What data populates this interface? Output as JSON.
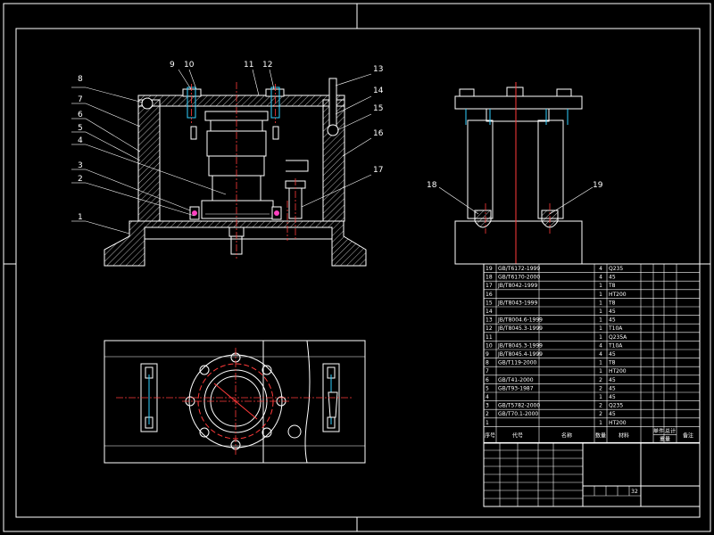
{
  "views": {
    "front": {
      "balloons": [
        {
          "n": "1"
        },
        {
          "n": "2"
        },
        {
          "n": "3"
        },
        {
          "n": "4"
        },
        {
          "n": "5"
        },
        {
          "n": "6"
        },
        {
          "n": "7"
        },
        {
          "n": "8"
        },
        {
          "n": "9"
        },
        {
          "n": "10"
        },
        {
          "n": "11"
        },
        {
          "n": "12"
        },
        {
          "n": "13"
        },
        {
          "n": "14"
        },
        {
          "n": "15"
        },
        {
          "n": "16"
        },
        {
          "n": "17"
        }
      ]
    },
    "side": {
      "balloons": [
        {
          "n": "18"
        },
        {
          "n": "19"
        }
      ]
    }
  },
  "bom": {
    "rows": [
      {
        "no": "19",
        "code": "GB/T6172-1999",
        "name": "",
        "qty": "4",
        "mat": "Q235",
        "unit": "",
        "total": "",
        "note": ""
      },
      {
        "no": "18",
        "code": "GB/T6170-2000",
        "name": "",
        "qty": "4",
        "mat": "45",
        "unit": "",
        "total": "",
        "note": ""
      },
      {
        "no": "17",
        "code": "JB/T8042-1999",
        "name": "",
        "qty": "1",
        "mat": "T8",
        "unit": "",
        "total": "",
        "note": ""
      },
      {
        "no": "16",
        "code": "",
        "name": "",
        "qty": "1",
        "mat": "HT200",
        "unit": "",
        "total": "",
        "note": ""
      },
      {
        "no": "15",
        "code": "JB/T8043-1999",
        "name": "",
        "qty": "1",
        "mat": "T8",
        "unit": "",
        "total": "",
        "note": ""
      },
      {
        "no": "14",
        "code": "",
        "name": "",
        "qty": "1",
        "mat": "45",
        "unit": "",
        "total": "",
        "note": ""
      },
      {
        "no": "13",
        "code": "JB/T8004.6-1999",
        "name": "",
        "qty": "1",
        "mat": "45",
        "unit": "",
        "total": "",
        "note": ""
      },
      {
        "no": "12",
        "code": "JB/T8045.3-1999",
        "name": "",
        "qty": "1",
        "mat": "T10A",
        "unit": "",
        "total": "",
        "note": ""
      },
      {
        "no": "11",
        "code": "",
        "name": "",
        "qty": "1",
        "mat": "Q235A",
        "unit": "",
        "total": "",
        "note": ""
      },
      {
        "no": "10",
        "code": "JB/T8045.3-1999",
        "name": "",
        "qty": "4",
        "mat": "T10A",
        "unit": "",
        "total": "",
        "note": ""
      },
      {
        "no": "9",
        "code": "JB/T8045.4-1999",
        "name": "",
        "qty": "4",
        "mat": "45",
        "unit": "",
        "total": "",
        "note": ""
      },
      {
        "no": "8",
        "code": "GB/T119-2000",
        "name": "",
        "qty": "1",
        "mat": "T8",
        "unit": "",
        "total": "",
        "note": ""
      },
      {
        "no": "7",
        "code": "",
        "name": "",
        "qty": "1",
        "mat": "HT200",
        "unit": "",
        "total": "",
        "note": ""
      },
      {
        "no": "6",
        "code": "GB/T41-2000",
        "name": "",
        "qty": "2",
        "mat": "45",
        "unit": "",
        "total": "",
        "note": ""
      },
      {
        "no": "5",
        "code": "GB/T93-1987",
        "name": "",
        "qty": "2",
        "mat": "45",
        "unit": "",
        "total": "",
        "note": ""
      },
      {
        "no": "4",
        "code": "",
        "name": "",
        "qty": "1",
        "mat": "45",
        "unit": "",
        "total": "",
        "note": ""
      },
      {
        "no": "3",
        "code": "GB/T5782-2000",
        "name": "",
        "qty": "2",
        "mat": "Q235",
        "unit": "",
        "total": "",
        "note": ""
      },
      {
        "no": "2",
        "code": "GB/T70.1-2000",
        "name": "",
        "qty": "2",
        "mat": "45",
        "unit": "",
        "total": "",
        "note": ""
      },
      {
        "no": "1",
        "code": "",
        "name": "",
        "qty": "1",
        "mat": "HT200",
        "unit": "",
        "total": "",
        "note": ""
      }
    ],
    "header": {
      "no": "序号",
      "code": "代号",
      "name": "名称",
      "qty": "数量",
      "mat": "材料",
      "unit": "单件",
      "total": "总计",
      "weight": "重量",
      "note": "备注"
    }
  },
  "title_block": {
    "scale": "32"
  }
}
